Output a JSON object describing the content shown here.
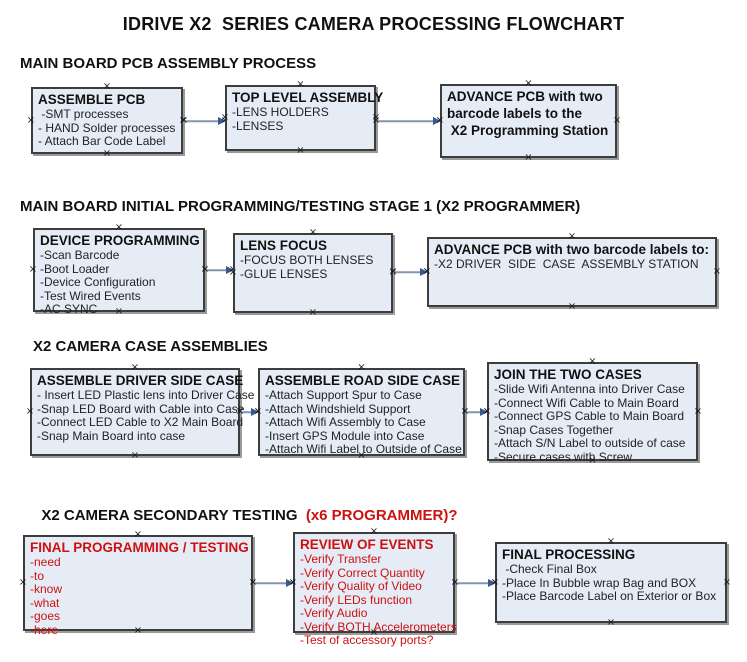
{
  "title": "IDRIVE X2  SERIES CAMERA PROCESSING FLOWCHART",
  "glyphs": {
    "connection_marker": "×"
  },
  "colors": {
    "box_fill": "#e6ecf6",
    "box_border": "#3d3d3d",
    "box_shadow": "#9a9a9a",
    "red_text": "#cc1111",
    "arrow_line": "#8296ae",
    "arrow_head": "#37598f"
  },
  "sections": [
    {
      "heading": "MAIN BOARD PCB ASSEMBLY PROCESS",
      "boxes": [
        {
          "title": "ASSEMBLE PCB",
          "lines": [
            " -SMT processes",
            "- HAND Solder processes",
            "- Attach Bar Code Label"
          ]
        },
        {
          "title": "TOP LEVEL ASSEMBLY",
          "lines": [
            "-LENS HOLDERS",
            "-LENSES"
          ]
        },
        {
          "title": [
            "ADVANCE PCB with two",
            "barcode labels to the",
            " X2 Programming Station"
          ],
          "lines": []
        }
      ]
    },
    {
      "heading": "MAIN BOARD INITIAL PROGRAMMING/TESTING STAGE 1 (X2 PROGRAMMER)",
      "boxes": [
        {
          "title": "DEVICE PROGRAMMING",
          "lines": [
            "-Scan Barcode",
            "-Boot Loader",
            "-Device Configuration",
            "-Test Wired Events",
            "-AC SYNC"
          ]
        },
        {
          "title": "LENS FOCUS",
          "lines": [
            "-FOCUS BOTH LENSES",
            "-GLUE LENSES"
          ]
        },
        {
          "title": "ADVANCE PCB with two barcode labels to:",
          "lines": [
            "-X2 DRIVER  SIDE  CASE  ASSEMBLY STATION"
          ]
        }
      ]
    },
    {
      "heading": "X2 CAMERA CASE ASSEMBLIES",
      "boxes": [
        {
          "title": "ASSEMBLE DRIVER SIDE CASE",
          "lines": [
            "- Insert LED Plastic lens into Driver Case",
            "-Snap LED Board with Cable into Case",
            "-Connect LED Cable to X2 Main Board",
            "-Snap Main Board into case"
          ]
        },
        {
          "title": "ASSEMBLE ROAD SIDE CASE",
          "lines": [
            "-Attach Support Spur to Case",
            "-Attach Windshield Support",
            "-Attach Wifi Assembly to Case",
            "-Insert GPS Module into Case",
            "-Attach Wifi Label to Outside of Case"
          ]
        },
        {
          "title": "JOIN THE TWO CASES",
          "lines": [
            "-Slide Wifi Antenna into Driver Case",
            "-Connect Wifi Cable to Main Board",
            "-Connect GPS Cable to Main Board",
            "-Snap Cases Together",
            "-Attach S/N Label to outside of case",
            "-Secure cases with Screw"
          ]
        }
      ]
    },
    {
      "heading": "X2 CAMERA SECONDARY TESTING ",
      "heading_red": " (x6 PROGRAMMER)?",
      "boxes": [
        {
          "title": "FINAL PROGRAMMING / TESTING",
          "lines": [
            "-need",
            "-to",
            "-know",
            "-what",
            "-goes",
            "-here"
          ]
        },
        {
          "title": "REVIEW OF EVENTS",
          "lines": [
            "-Verify Transfer",
            "-Verify Correct Quantity",
            "-Verify Quality of Video",
            "-Verify LEDs function",
            "-Verify Audio",
            "-Verify BOTH Accelerometers",
            "-Test of accessory ports?"
          ]
        },
        {
          "title": "FINAL PROCESSING",
          "lines": [
            " -Check Final Box",
            "-Place In Bubble wrap Bag and BOX",
            "-Place Barcode Label on Exterior or Box"
          ]
        }
      ]
    }
  ]
}
